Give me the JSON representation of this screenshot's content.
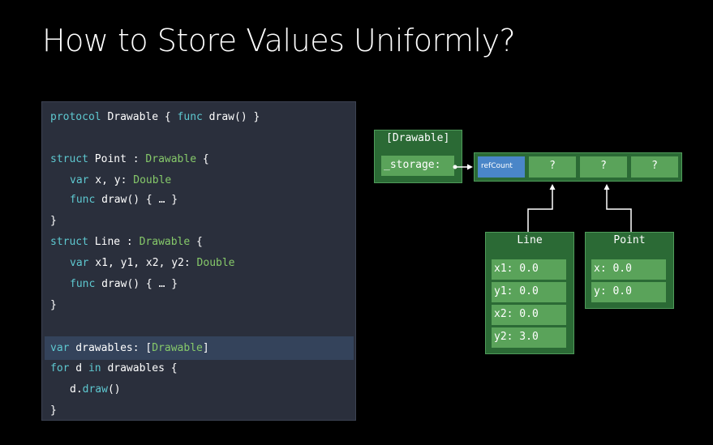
{
  "slide": {
    "title": "How to Store Values Uniformly?"
  },
  "code": {
    "l1": {
      "a": "protocol",
      "b": " Drawable { ",
      "c": "func",
      "d": " draw() }"
    },
    "l2": {
      "a": "struct",
      "b": " Point : ",
      "c": "Drawable",
      "d": " {"
    },
    "l3": {
      "a": "var",
      "b": " x, y: ",
      "c": "Double"
    },
    "l4": {
      "a": "func",
      "b": " draw() { … }"
    },
    "l5": "}",
    "l6": {
      "a": "struct",
      "b": " Line : ",
      "c": "Drawable",
      "d": " {"
    },
    "l7": {
      "a": "var",
      "b": " x1, y1, x2, y2: ",
      "c": "Double"
    },
    "l8": {
      "a": "func",
      "b": " draw() { … }"
    },
    "l9": "}",
    "l10": {
      "a": "var",
      "b": " drawables: [",
      "c": "Drawable",
      "d": "]"
    },
    "l11": {
      "a": "for",
      "b": " d ",
      "c": "in",
      "d": " drawables {"
    },
    "l12": {
      "a": "d.",
      "b": "draw",
      "c": "()"
    },
    "l13": "}"
  },
  "diagram": {
    "array_title": "[Drawable]",
    "storage_label": "_storage:",
    "refcount": "refCount",
    "slot1": "?",
    "slot2": "?",
    "slot3": "?",
    "line_title": "Line",
    "line_fields": [
      "x1: 0.0",
      "y1: 0.0",
      "x2: 0.0",
      "y2: 3.0"
    ],
    "point_title": "Point",
    "point_fields": [
      "x: 0.0",
      "y: 0.0"
    ],
    "colors": {
      "dark_green": "#2b6a35",
      "cell_green": "#5aa35a",
      "refcount_blue": "#4a86c8"
    }
  }
}
